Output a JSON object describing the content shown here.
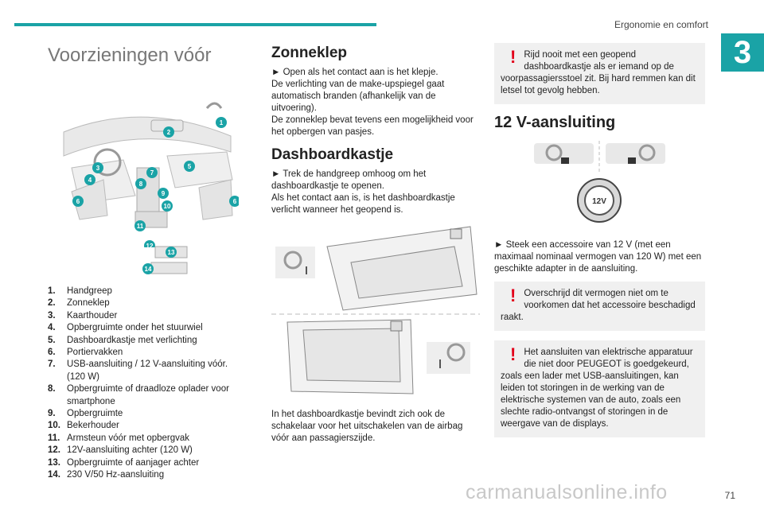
{
  "header": {
    "section_title": "Ergonomie en comfort",
    "chapter_number": "3"
  },
  "col1": {
    "title": "Voorzieningen vóór",
    "diagram_numbers": [
      "1",
      "2",
      "3",
      "4",
      "5",
      "6",
      "6",
      "7",
      "8",
      "9",
      "10",
      "11",
      "12",
      "13",
      "14"
    ],
    "legend": [
      {
        "n": "1.",
        "text": "Handgreep"
      },
      {
        "n": "2.",
        "text": "Zonneklep"
      },
      {
        "n": "3.",
        "text": "Kaarthouder"
      },
      {
        "n": "4.",
        "text": "Opbergruimte onder het stuurwiel"
      },
      {
        "n": "5.",
        "text": "Dashboardkastje met verlichting"
      },
      {
        "n": "6.",
        "text": "Portiervakken"
      },
      {
        "n": "7.",
        "text": "USB-aansluiting / 12 V-aansluiting vóór. (120 W)"
      },
      {
        "n": "8.",
        "text": "Opbergruimte of draadloze oplader voor smartphone"
      },
      {
        "n": "9.",
        "text": "Opbergruimte"
      },
      {
        "n": "10.",
        "text": "Bekerhouder"
      },
      {
        "n": "11.",
        "text": "Armsteun vóór met opbergvak"
      },
      {
        "n": "12.",
        "text": "12V-aansluiting achter (120 W)"
      },
      {
        "n": "13.",
        "text": "Opbergruimte of aanjager achter"
      },
      {
        "n": "14.",
        "text": "230 V/50 Hz-aansluiting"
      }
    ]
  },
  "col2": {
    "sun_title": "Zonneklep",
    "sun_text1": "► Open als het contact aan is het klepje.",
    "sun_text2": "De verlichting van de make-upspiegel gaat automatisch branden (afhankelijk van de uitvoering).",
    "sun_text3": "De zonneklep bevat tevens een mogelijkheid voor het opbergen van pasjes.",
    "glove_title": "Dashboardkastje",
    "glove_text1": "► Trek de handgreep omhoog om het dashboardkastje te openen.",
    "glove_text2": "Als het contact aan is, is het dashboardkastje verlicht wanneer het geopend is.",
    "glove_text3": "In het dashboardkastje bevindt zich ook de schakelaar voor het uitschakelen van de airbag vóór aan passagierszijde."
  },
  "col3": {
    "warn1": "Rijd nooit met een geopend dashboardkastje als er iemand op de voorpassagiersstoel zit. Bij hard remmen kan dit letsel tot gevolg hebben.",
    "socket_title": "12 V-aansluiting",
    "socket_label": "12V",
    "socket_text": "► Steek een accessoire van 12 V (met een maximaal nominaal vermogen van 120 W) met een geschikte adapter in de aansluiting.",
    "warn2": "Overschrijd dit vermogen niet om te voorkomen dat het accessoire beschadigd raakt.",
    "warn3": "Het aansluiten van elektrische apparatuur die niet door PEUGEOT is goedgekeurd, zoals een lader met USB-aansluitingen, kan leiden tot storingen in de werking van de elektrische systemen van de auto, zoals een slechte radio-ontvangst of storingen in de weergave van de displays."
  },
  "footer": {
    "page_number": "71",
    "watermark": "carmanualsonline.info"
  },
  "colors": {
    "accent": "#1aa3a6",
    "warning": "#e2001a",
    "box": "#f0f0f0"
  },
  "icons": [
    "exclamation-icon",
    "steering-wheel-icon",
    "socket-12v-icon",
    "airbag-switch-icon"
  ]
}
